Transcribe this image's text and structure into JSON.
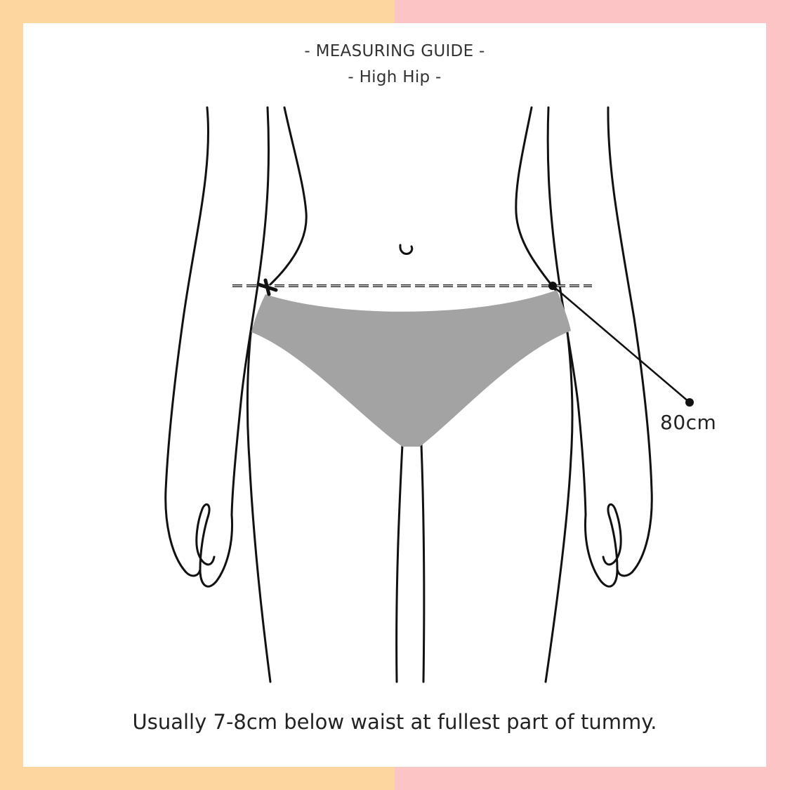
{
  "colors": {
    "left_panel": "#fdd59e",
    "right_panel": "#fcc4c4",
    "card": "#ffffff",
    "briefs": "#a3a3a3",
    "outline": "#111111"
  },
  "header": {
    "title": "- MEASURING GUIDE -",
    "subtitle": "- High Hip -"
  },
  "figure": {
    "measurement_label": "80cm",
    "icons": [
      "start-cross-icon",
      "end-dot-icon",
      "label-dot-icon"
    ]
  },
  "caption": "Usually 7-8cm below waist at fullest part of tummy."
}
